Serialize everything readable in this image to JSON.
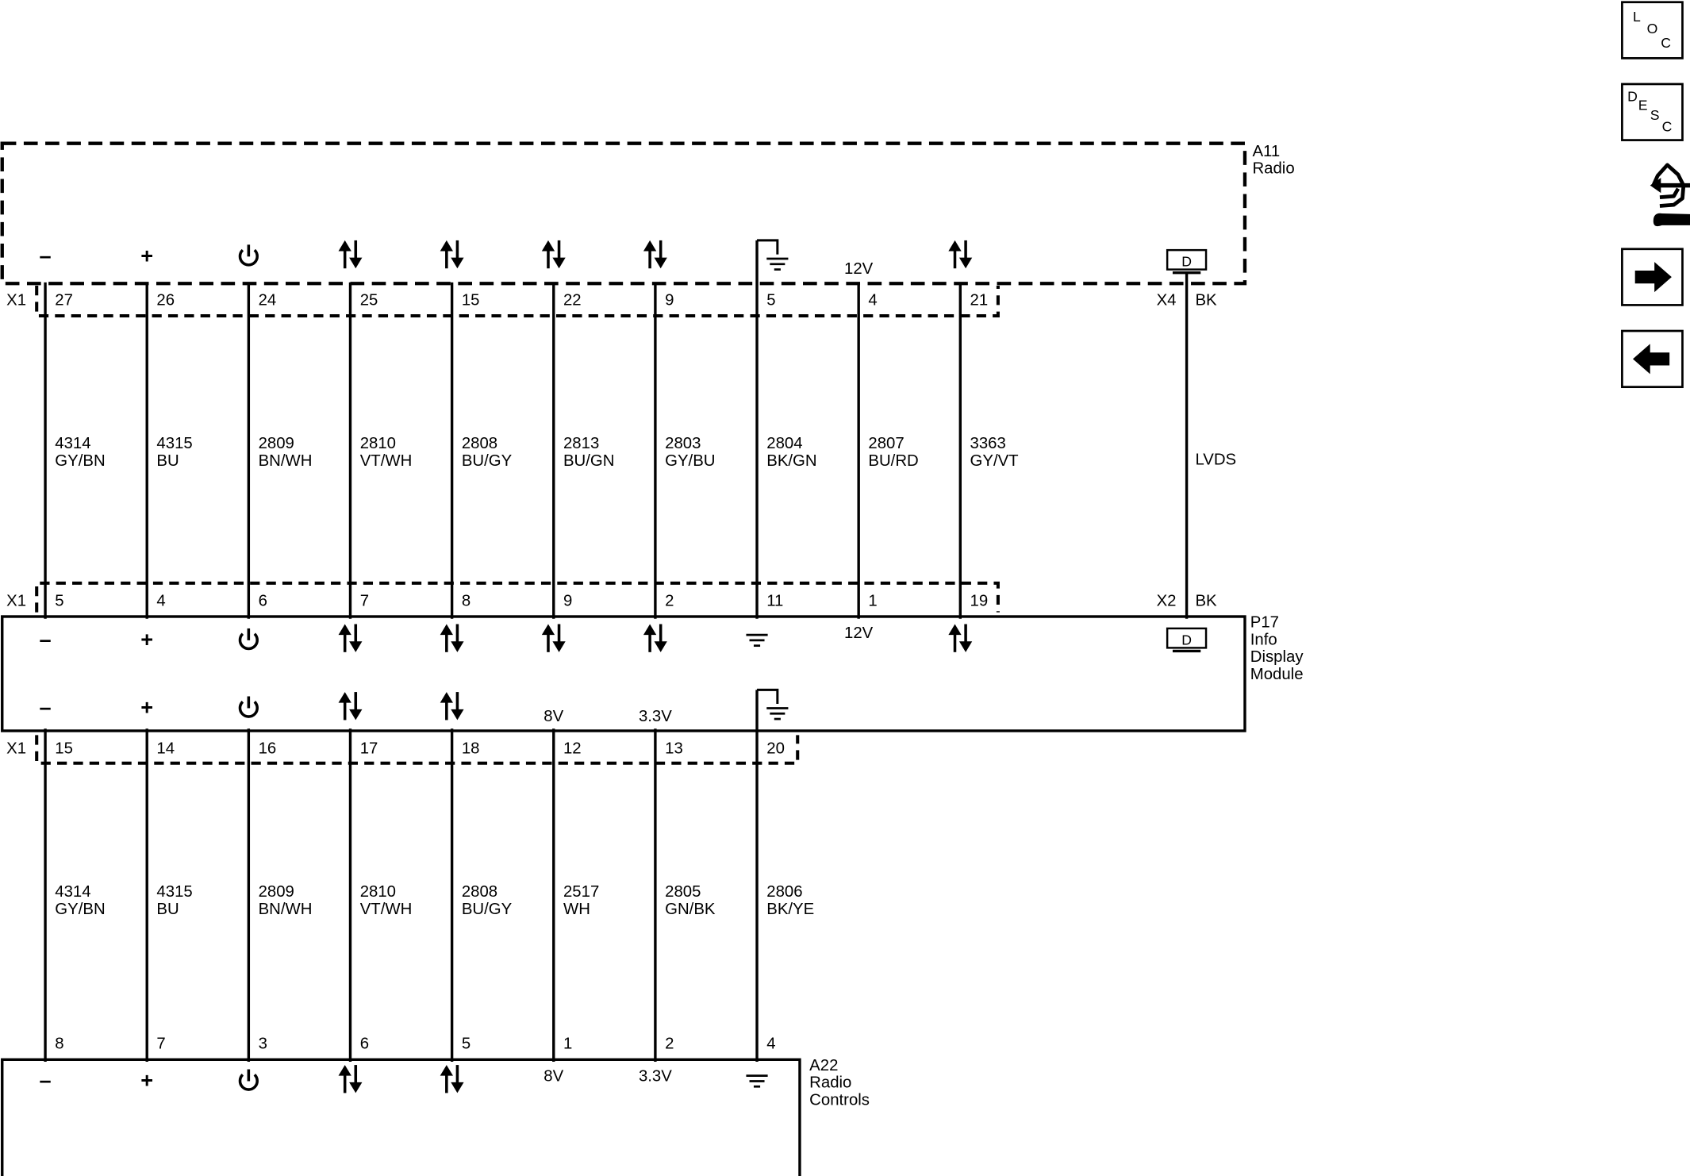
{
  "modules": {
    "a11": {
      "id": "A11",
      "name": "Radio"
    },
    "p17": {
      "id": "P17",
      "name_lines": [
        "Info",
        "Display",
        "Module"
      ]
    },
    "a22": {
      "id": "A22",
      "name_lines": [
        "Radio",
        "Controls"
      ]
    }
  },
  "connectors": {
    "x1": "X1",
    "x4": "X4",
    "x2": "X2",
    "x4_color": "BK",
    "x2_color": "BK",
    "lvds_label": "LVDS",
    "display_letter": "D"
  },
  "symbols": {
    "minus": "–",
    "plus": "+",
    "power": "⏻",
    "bidir": "↑↓",
    "ground": "ground"
  },
  "voltages": {
    "v12": "12V",
    "v8": "8V",
    "v33": "3.3V"
  },
  "top_circuits": [
    {
      "sym": "minus",
      "a11_pin": "27",
      "circuit": "4314",
      "color": "GY/BN",
      "p17_pin": "5"
    },
    {
      "sym": "plus",
      "a11_pin": "26",
      "circuit": "4315",
      "color": "BU",
      "p17_pin": "4"
    },
    {
      "sym": "power",
      "a11_pin": "24",
      "circuit": "2809",
      "color": "BN/WH",
      "p17_pin": "6"
    },
    {
      "sym": "bidir",
      "a11_pin": "25",
      "circuit": "2810",
      "color": "VT/WH",
      "p17_pin": "7"
    },
    {
      "sym": "bidir",
      "a11_pin": "15",
      "circuit": "2808",
      "color": "BU/GY",
      "p17_pin": "8"
    },
    {
      "sym": "bidir",
      "a11_pin": "22",
      "circuit": "2813",
      "color": "BU/GN",
      "p17_pin": "9"
    },
    {
      "sym": "bidir",
      "a11_pin": "9",
      "circuit": "2803",
      "color": "GY/BU",
      "p17_pin": "2"
    },
    {
      "sym": "ground",
      "a11_pin": "5",
      "circuit": "2804",
      "color": "BK/GN",
      "p17_pin": "11"
    },
    {
      "sym": "12V",
      "a11_pin": "4",
      "circuit": "2807",
      "color": "BU/RD",
      "p17_pin": "1"
    },
    {
      "sym": "bidir",
      "a11_pin": "21",
      "circuit": "3363",
      "color": "GY/VT",
      "p17_pin": "19"
    }
  ],
  "bottom_circuits": [
    {
      "sym": "minus",
      "p17_pin": "15",
      "circuit": "4314",
      "color": "GY/BN",
      "a22_pin": "8"
    },
    {
      "sym": "plus",
      "p17_pin": "14",
      "circuit": "4315",
      "color": "BU",
      "a22_pin": "7"
    },
    {
      "sym": "power",
      "p17_pin": "16",
      "circuit": "2809",
      "color": "BN/WH",
      "a22_pin": "3"
    },
    {
      "sym": "bidir",
      "p17_pin": "17",
      "circuit": "2810",
      "color": "VT/WH",
      "a22_pin": "6"
    },
    {
      "sym": "bidir",
      "p17_pin": "18",
      "circuit": "2808",
      "color": "BU/GY",
      "a22_pin": "5"
    },
    {
      "sym": "8V",
      "p17_pin": "12",
      "circuit": "2517",
      "color": "WH",
      "a22_pin": "1"
    },
    {
      "sym": "3.3V",
      "p17_pin": "13",
      "circuit": "2805",
      "color": "GN/BK",
      "a22_pin": "2"
    },
    {
      "sym": "ground",
      "p17_pin": "20",
      "circuit": "2806",
      "color": "BK/YE",
      "a22_pin": "4"
    }
  ],
  "sidebar": {
    "loc": [
      "L",
      "O",
      "C"
    ],
    "desc": [
      "D",
      "E",
      "S",
      "C"
    ],
    "connector_icon": "connector-end-view-icon",
    "next_icon": "arrow-right-icon",
    "prev_icon": "arrow-left-icon"
  }
}
